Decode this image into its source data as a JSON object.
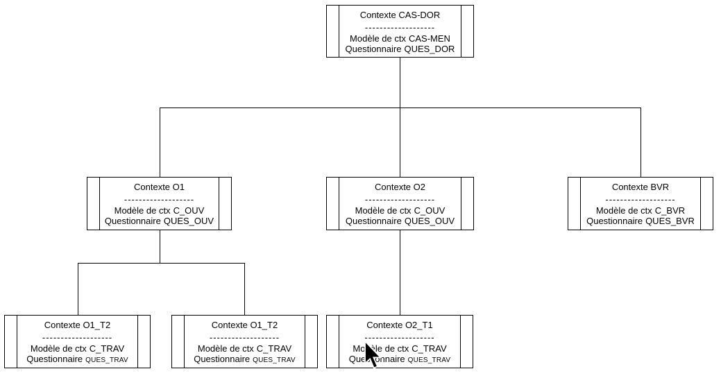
{
  "page": {
    "background_color": "#ffffff",
    "line_color": "#000000",
    "text_color": "#000000"
  },
  "separator": "-------------------",
  "nodes": [
    {
      "title": "Contexte CAS-DOR",
      "model_label": "Modèle de ctx",
      "model_value": "CAS-MEN",
      "questionnaire_label": "Questionnaire",
      "questionnaire_value": "QUES_DOR"
    },
    {
      "title": "Contexte O1",
      "model_label": "Modèle de ctx",
      "model_value": "C_OUV",
      "questionnaire_label": "Questionnaire",
      "questionnaire_value": "QUES_OUV"
    },
    {
      "title": "Contexte O2",
      "model_label": "Modèle de ctx",
      "model_value": "C_OUV",
      "questionnaire_label": "Questionnaire",
      "questionnaire_value": "QUES_OUV"
    },
    {
      "title": "Contexte BVR",
      "model_label": "Modèle de ctx",
      "model_value": "C_BVR",
      "questionnaire_label": "Questionnaire",
      "questionnaire_value": "QUES_BVR"
    },
    {
      "title": "Contexte O1_T2",
      "model_label": "Modèle de ctx",
      "model_value": "C_TRAV",
      "questionnaire_label": "Questionnaire",
      "questionnaire_value": "QUES_TRAV"
    },
    {
      "title": "Contexte O1_T2",
      "model_label": "Modèle de ctx",
      "model_value": "C_TRAV",
      "questionnaire_label": "Questionnaire",
      "questionnaire_value": "QUES_TRAV"
    },
    {
      "title": "Contexte O2_T1",
      "model_label": "Modèle de ctx",
      "model_value": "C_TRAV",
      "questionnaire_label": "Questionnaire",
      "questionnaire_value": "QUES_TRAV"
    }
  ],
  "cursor": {
    "icon": "arrow-pointer"
  }
}
